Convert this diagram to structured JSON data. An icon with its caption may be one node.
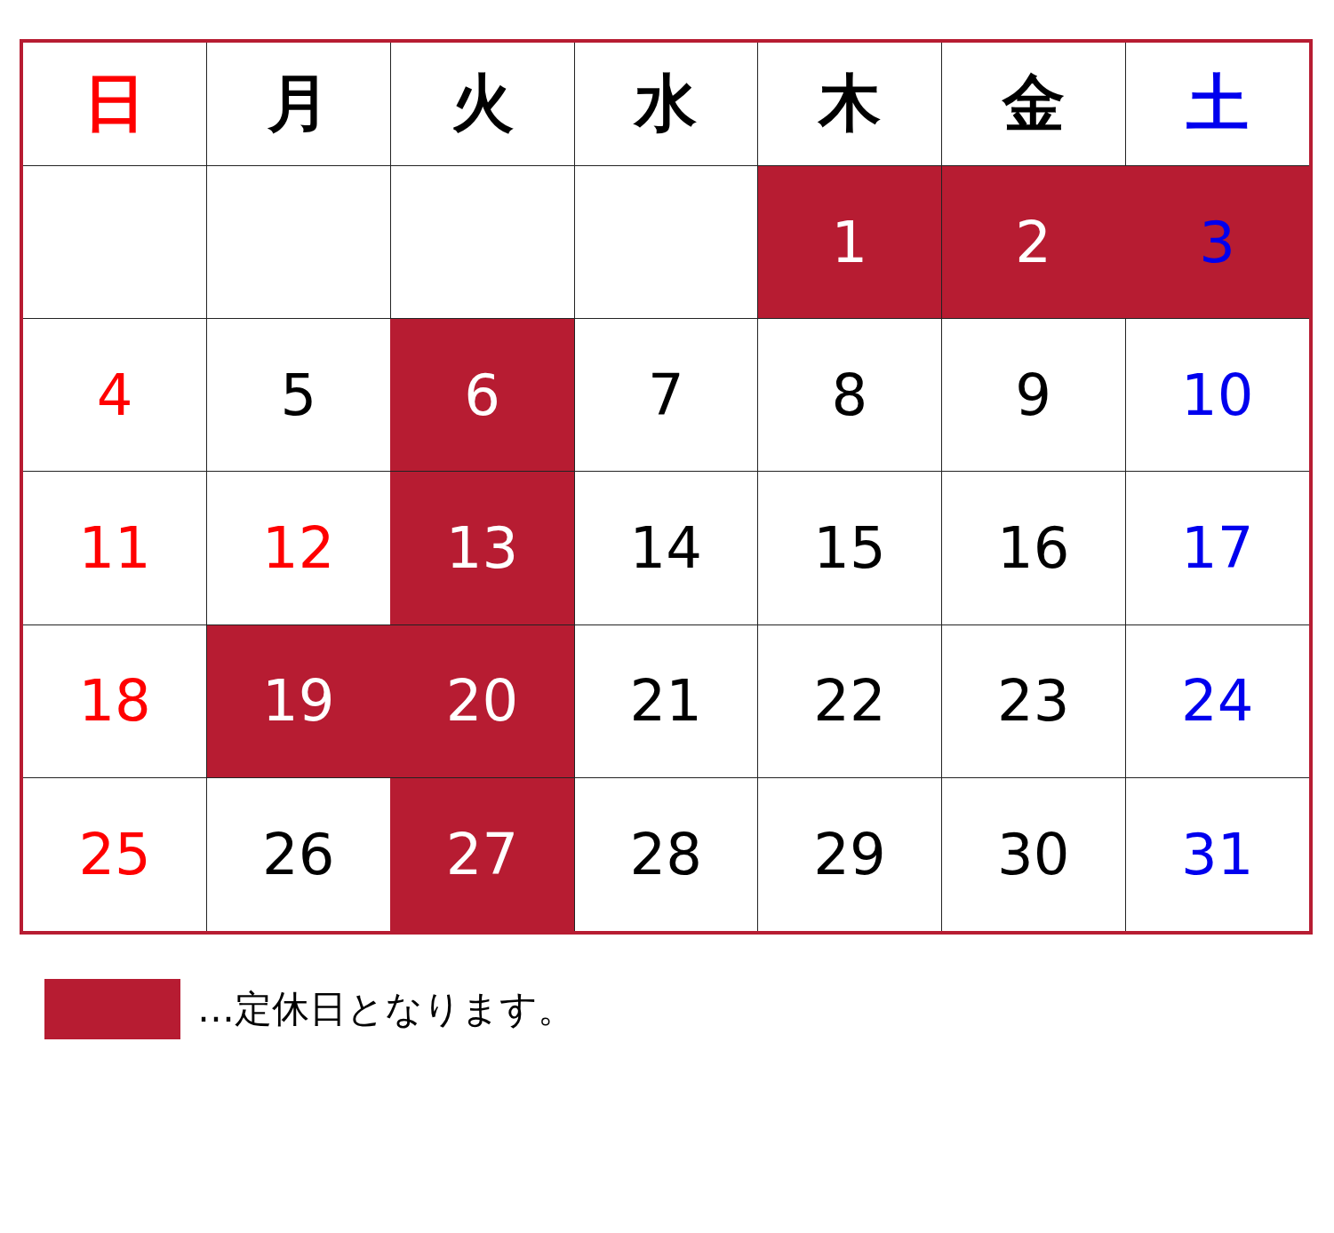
{
  "diagram": {
    "labels": [
      "日",
      "月",
      "火",
      "水",
      "木",
      "金",
      "土",
      "1",
      "2",
      "3",
      "4",
      "5",
      "6",
      "7",
      "8",
      "9",
      "10",
      "11",
      "12",
      "13",
      "14",
      "15",
      "16",
      "17",
      "18",
      "19",
      "20",
      "21",
      "22",
      "23",
      "24",
      "25",
      "26",
      "27",
      "28",
      "29",
      "30",
      "31"
    ],
    "legend": [
      {
        "text": "…定休日となります。",
        "color": "#b71c32"
      }
    ]
  }
}
